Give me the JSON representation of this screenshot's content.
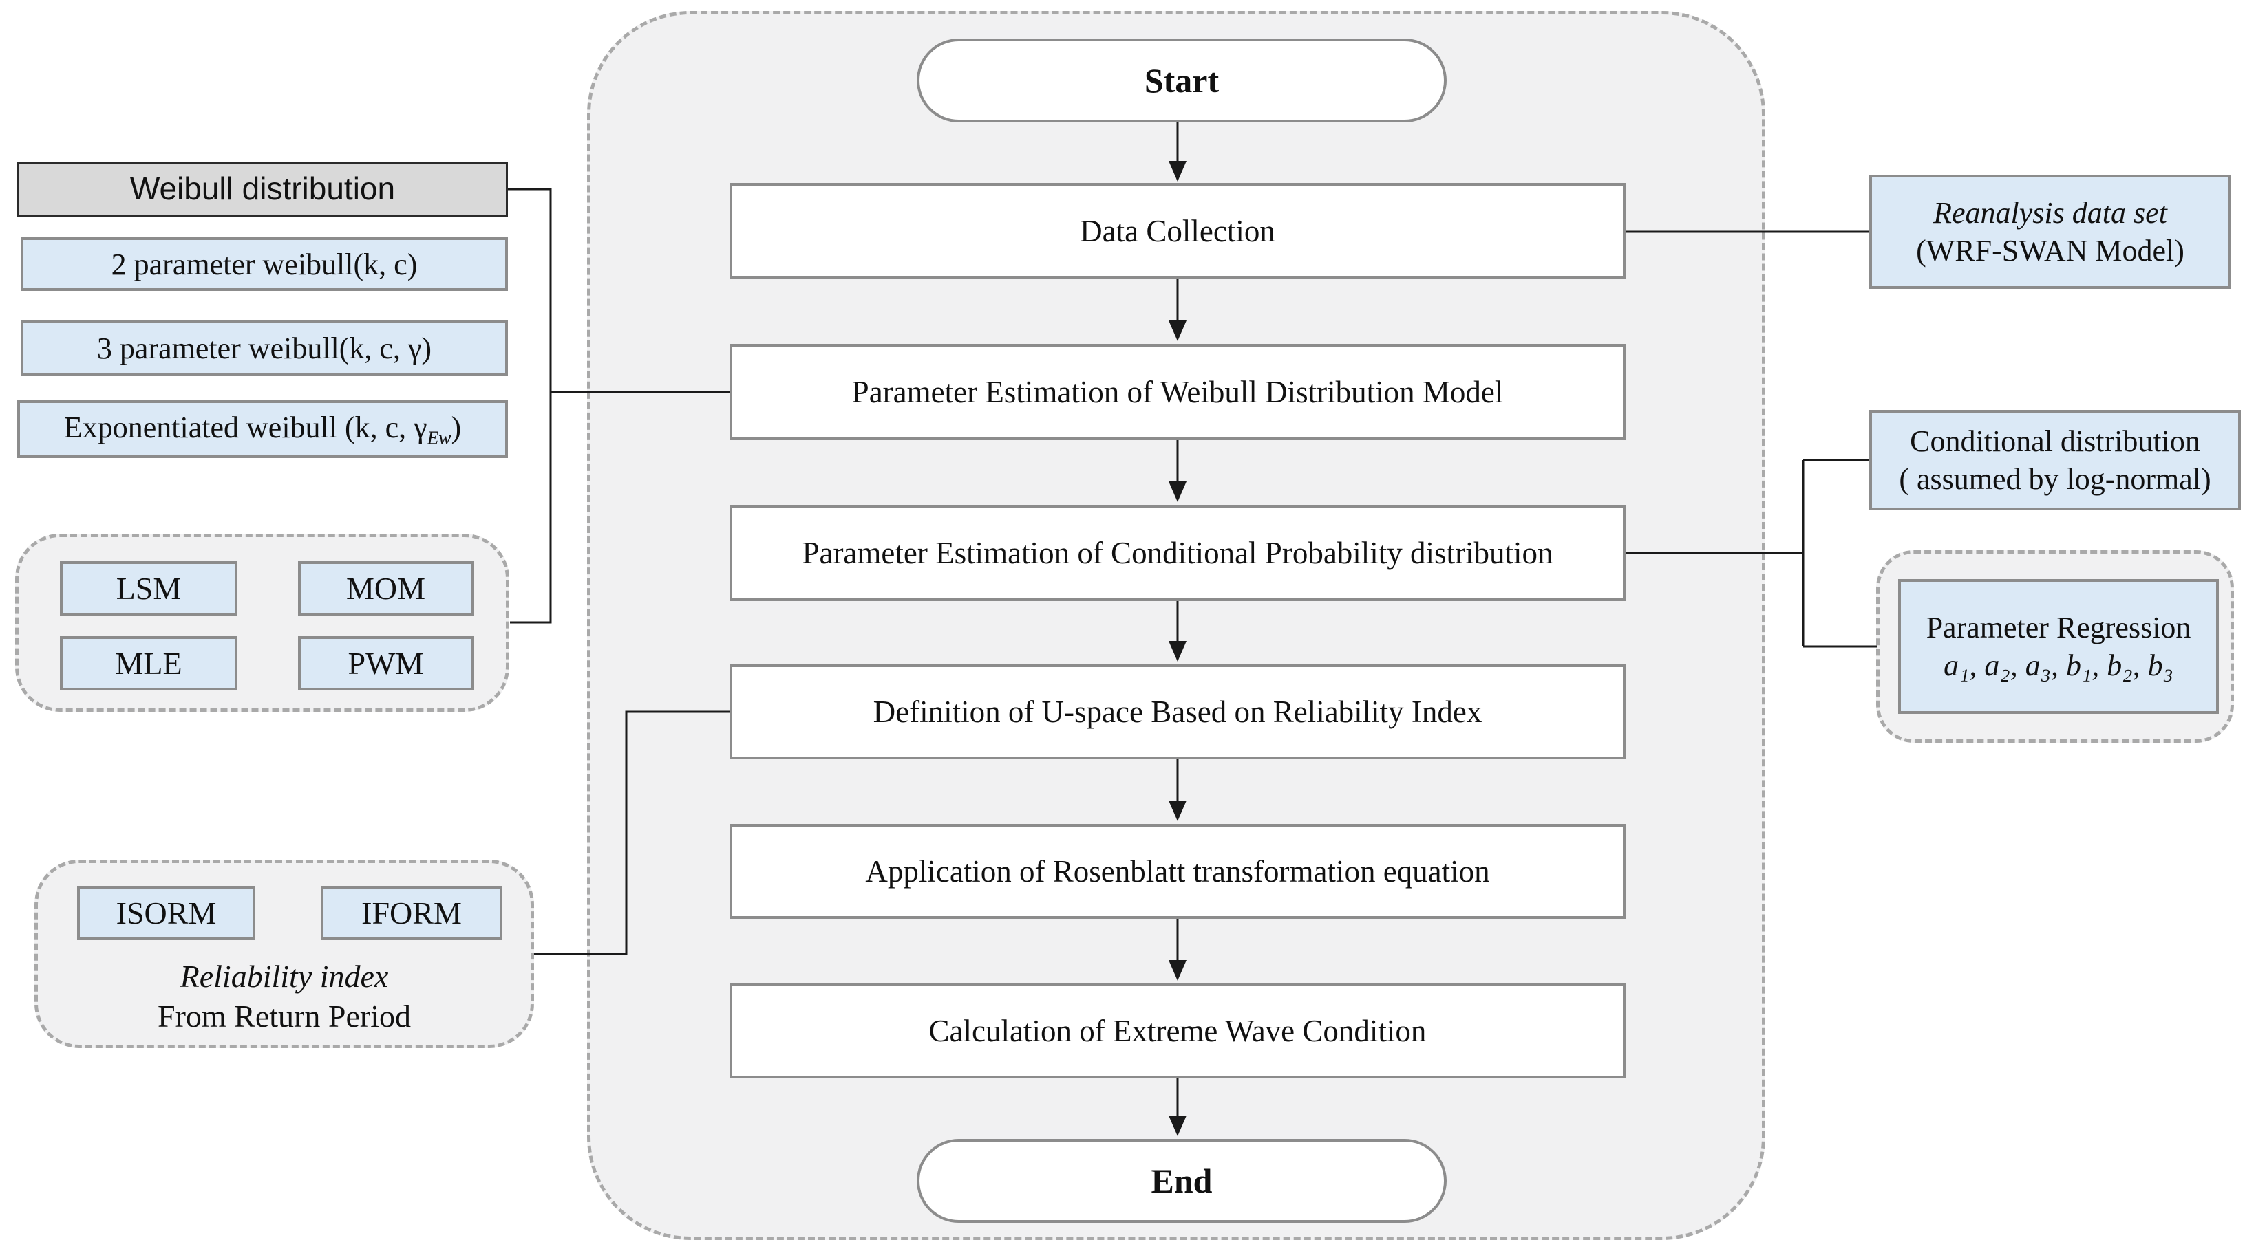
{
  "flow": {
    "start_label": "Start",
    "end_label": "End",
    "steps": [
      "Data Collection",
      "Parameter Estimation of Weibull Distribution Model",
      "Parameter Estimation of Conditional Probability distribution",
      "Definition of U-space Based on Reliability Index",
      "Application of Rosenblatt transformation equation",
      "Calculation of Extreme Wave Condition"
    ]
  },
  "left_panel": {
    "header": "Weibull distribution",
    "item_2param": "2 parameter weibull(k, c)",
    "item_3param": "3 parameter weibull(k, c, γ)",
    "item_exp_pre": "Exponentiated weibull (k, c, γ",
    "item_exp_sub": "Ew",
    "item_exp_post": ")",
    "methods": [
      "LSM",
      "MOM",
      "MLE",
      "PWM"
    ],
    "reliability_methods": [
      "ISORM",
      "IFORM"
    ],
    "reliability_caption_line1": "Reliability index",
    "reliability_caption_line2": "From Return Period"
  },
  "right_panel": {
    "reanalysis_line1": "Reanalysis data set",
    "reanalysis_line2": "(WRF-SWAN Model)",
    "conditional_line1": "Conditional distribution",
    "conditional_line2": "( assumed by log-normal)",
    "regression_line1": "Parameter Regression",
    "regression_line2": "a₁, a₂, a₃, b₁, b₂, b₃"
  },
  "colors": {
    "light_blue_fill": "#dbe9f6",
    "header_gray_fill": "#d9d9d9",
    "panel_gray_fill": "#f1f1f2",
    "box_border_gray": "#8c8c8c",
    "dashed_border_gray": "#a9a9a9",
    "connector_black": "#1a1a1a"
  }
}
